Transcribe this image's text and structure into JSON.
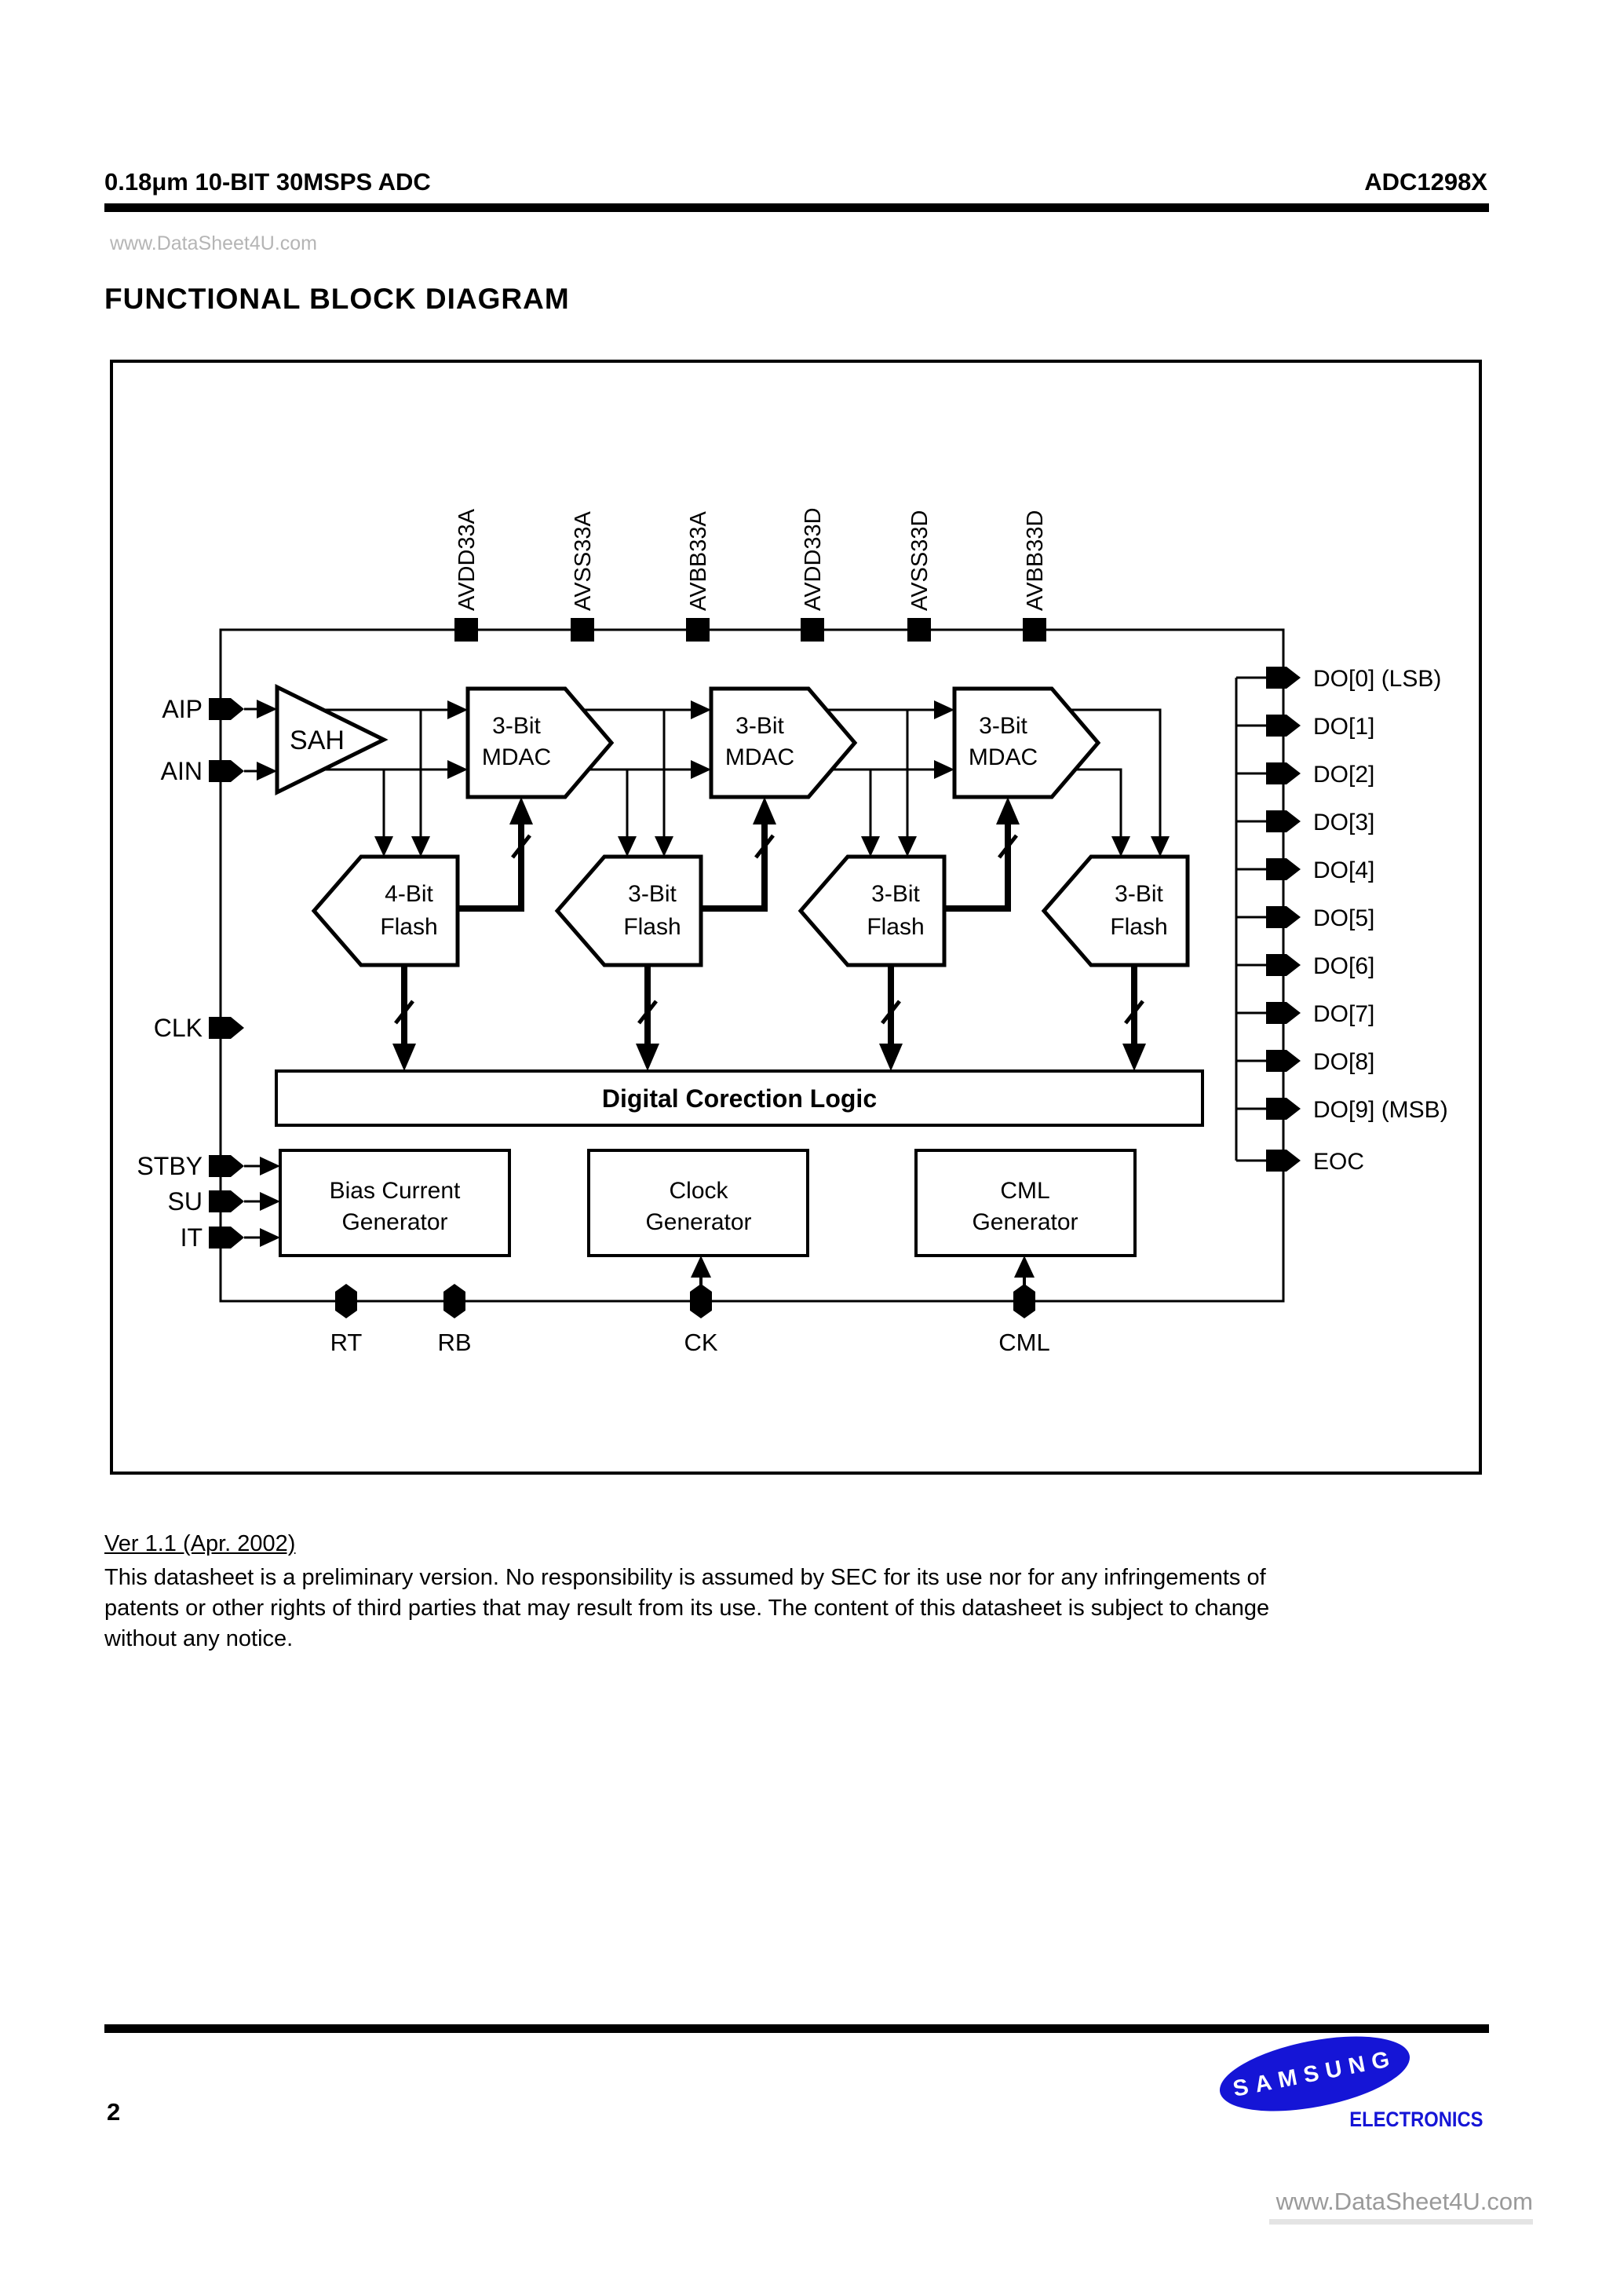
{
  "header": {
    "left_title": "0.18μm 10-BIT 30MSPS ADC",
    "right_part_number": "ADC1298X",
    "watermark": "www.DataSheet4U.com"
  },
  "section_title": "FUNCTIONAL BLOCK DIAGRAM",
  "diagram": {
    "supply_pins": [
      "AVDD33A",
      "AVSS33A",
      "AVBB33A",
      "AVDD33D",
      "AVSS33D",
      "AVBB33D"
    ],
    "input_pins": [
      "AIP",
      "AIN",
      "CLK",
      "STBY",
      "SU",
      "IT"
    ],
    "blocks": {
      "sah": "SAH",
      "mdac_line1": "3-Bit",
      "mdac_line2": "MDAC",
      "flash1_line1": "4-Bit",
      "flash_line1": "3-Bit",
      "flash_line2": "Flash",
      "dcl": "Digital Corection Logic",
      "bias_line1": "Bias Current",
      "bias_line2": "Generator",
      "clock_line1": "Clock",
      "clock_line2": "Generator",
      "cml_line1": "CML",
      "cml_line2": "Generator"
    },
    "output_pins": [
      "DO[0] (LSB)",
      "DO[1]",
      "DO[2]",
      "DO[3]",
      "DO[4]",
      "DO[5]",
      "DO[6]",
      "DO[7]",
      "DO[8]",
      "DO[9] (MSB)",
      "EOC"
    ],
    "bottom_pins": [
      "RT",
      "RB",
      "CK",
      "CML"
    ]
  },
  "footer": {
    "version": "Ver 1.1 (Apr. 2002)",
    "line1": "This datasheet is a preliminary version. No responsibility is assumed by SEC for its use nor for any infringements of",
    "line2": "patents or other rights of third parties that may result from its use. The content of this datasheet is subject to change",
    "line3": "without any notice.",
    "page_number": "2"
  },
  "branding": {
    "samsung": "SAMSUNG",
    "electronics": "ELECTRONICS",
    "watermark": "www.DataSheet4U.com",
    "blue": "#1515d6",
    "watermark_gray": "#9a9a9a"
  }
}
